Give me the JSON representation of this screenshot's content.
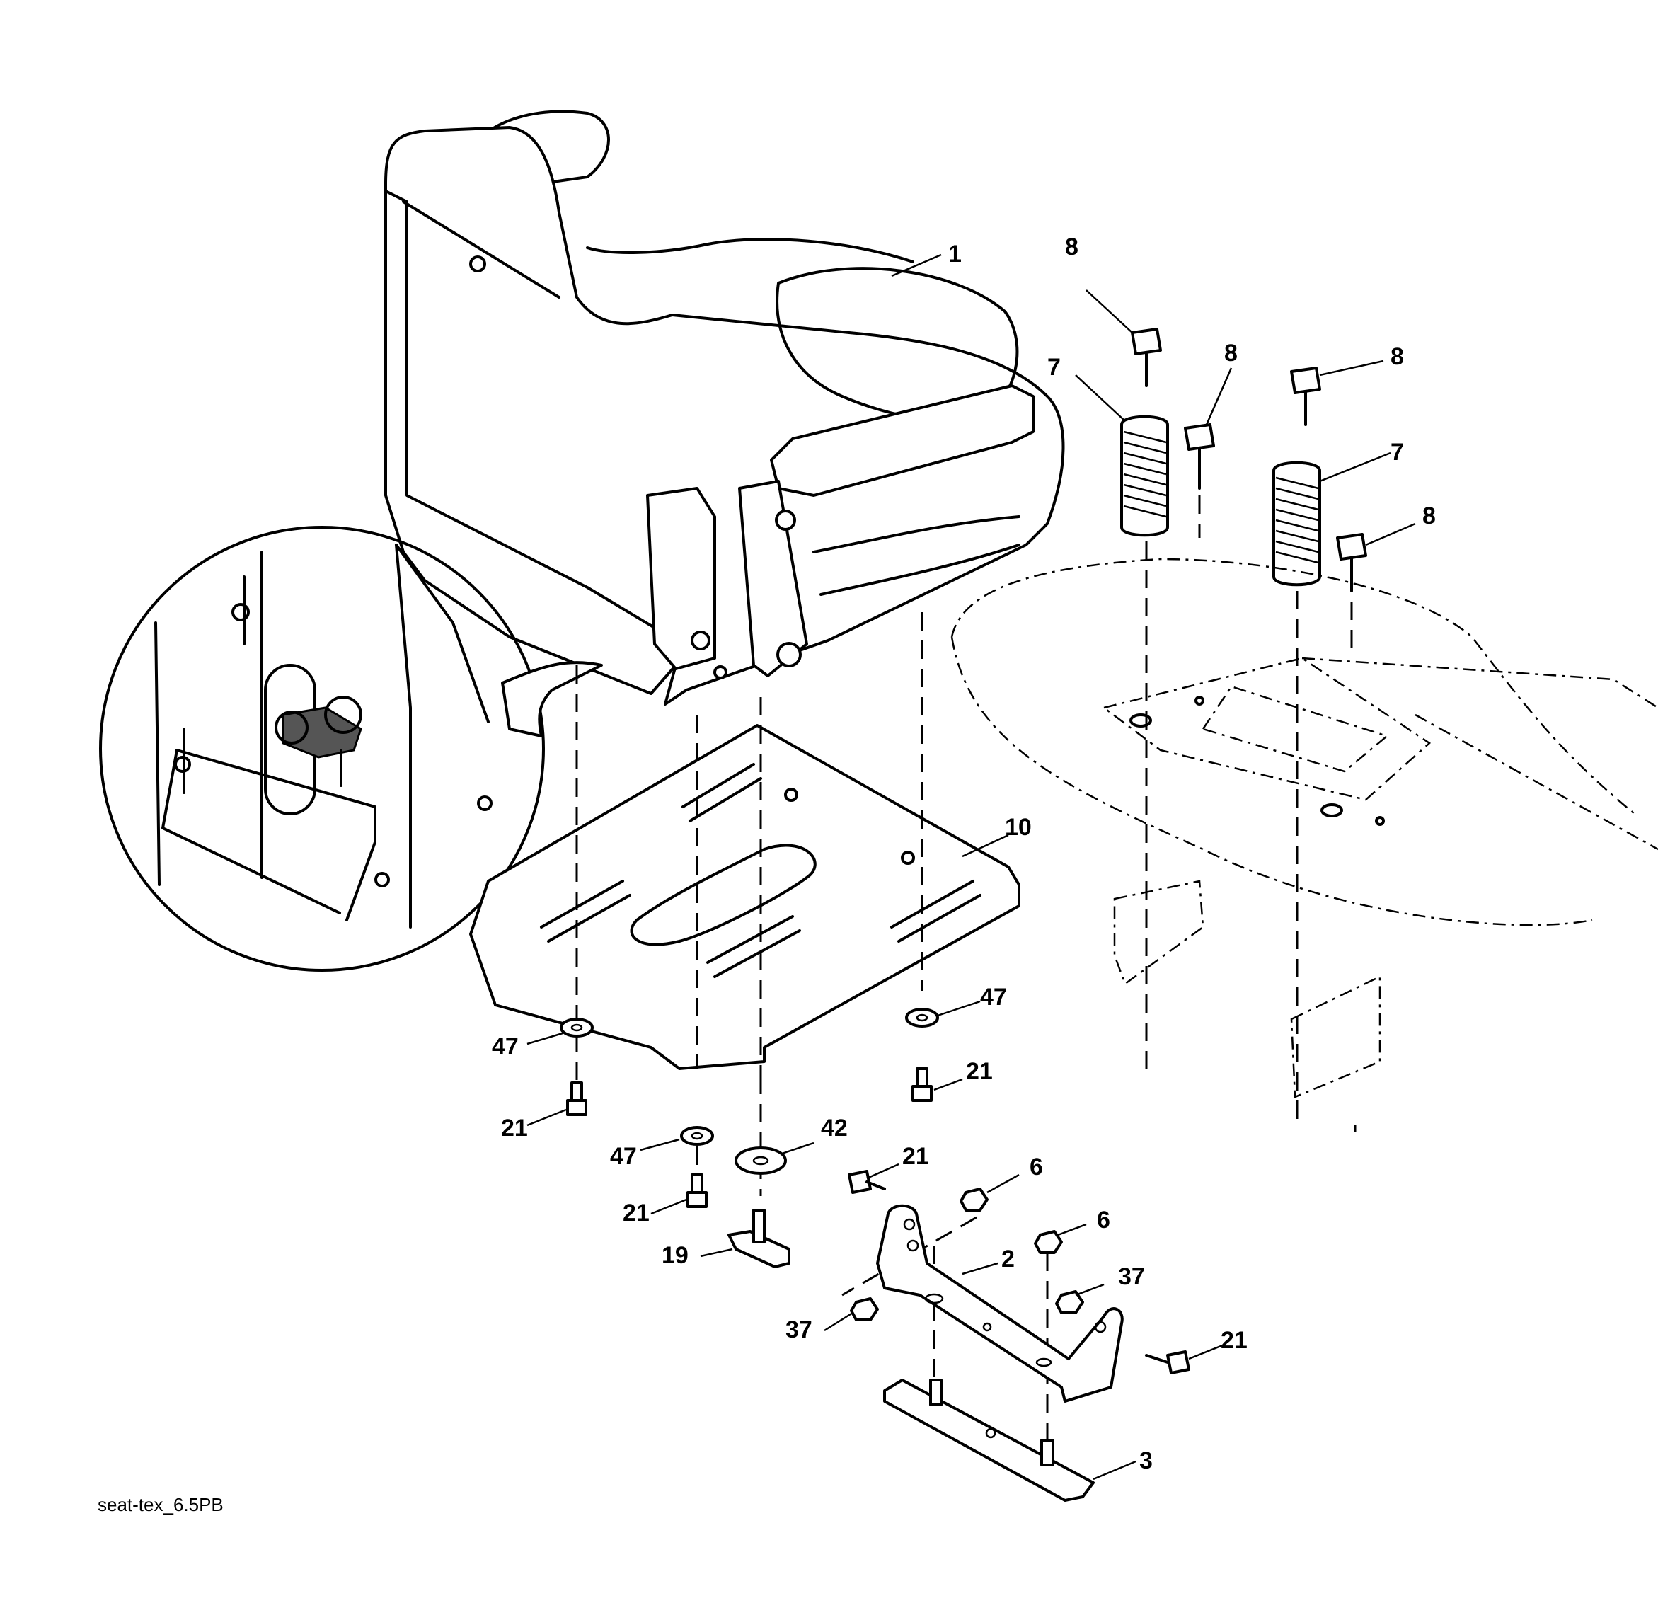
{
  "caption": "seat-tex_6.5PB",
  "callouts": {
    "c1": "1",
    "c2": "2",
    "c3": "3",
    "c6a": "6",
    "c6b": "6",
    "c7a": "7",
    "c7b": "7",
    "c8a": "8",
    "c8b": "8",
    "c8c": "8",
    "c8d": "8",
    "c10": "10",
    "c19": "19",
    "c21a": "21",
    "c21b": "21",
    "c21c": "21",
    "c21d": "21",
    "c21e": "21",
    "c37a": "37",
    "c37b": "37",
    "c42": "42",
    "c47a": "47",
    "c47b": "47",
    "c47c": "47"
  }
}
